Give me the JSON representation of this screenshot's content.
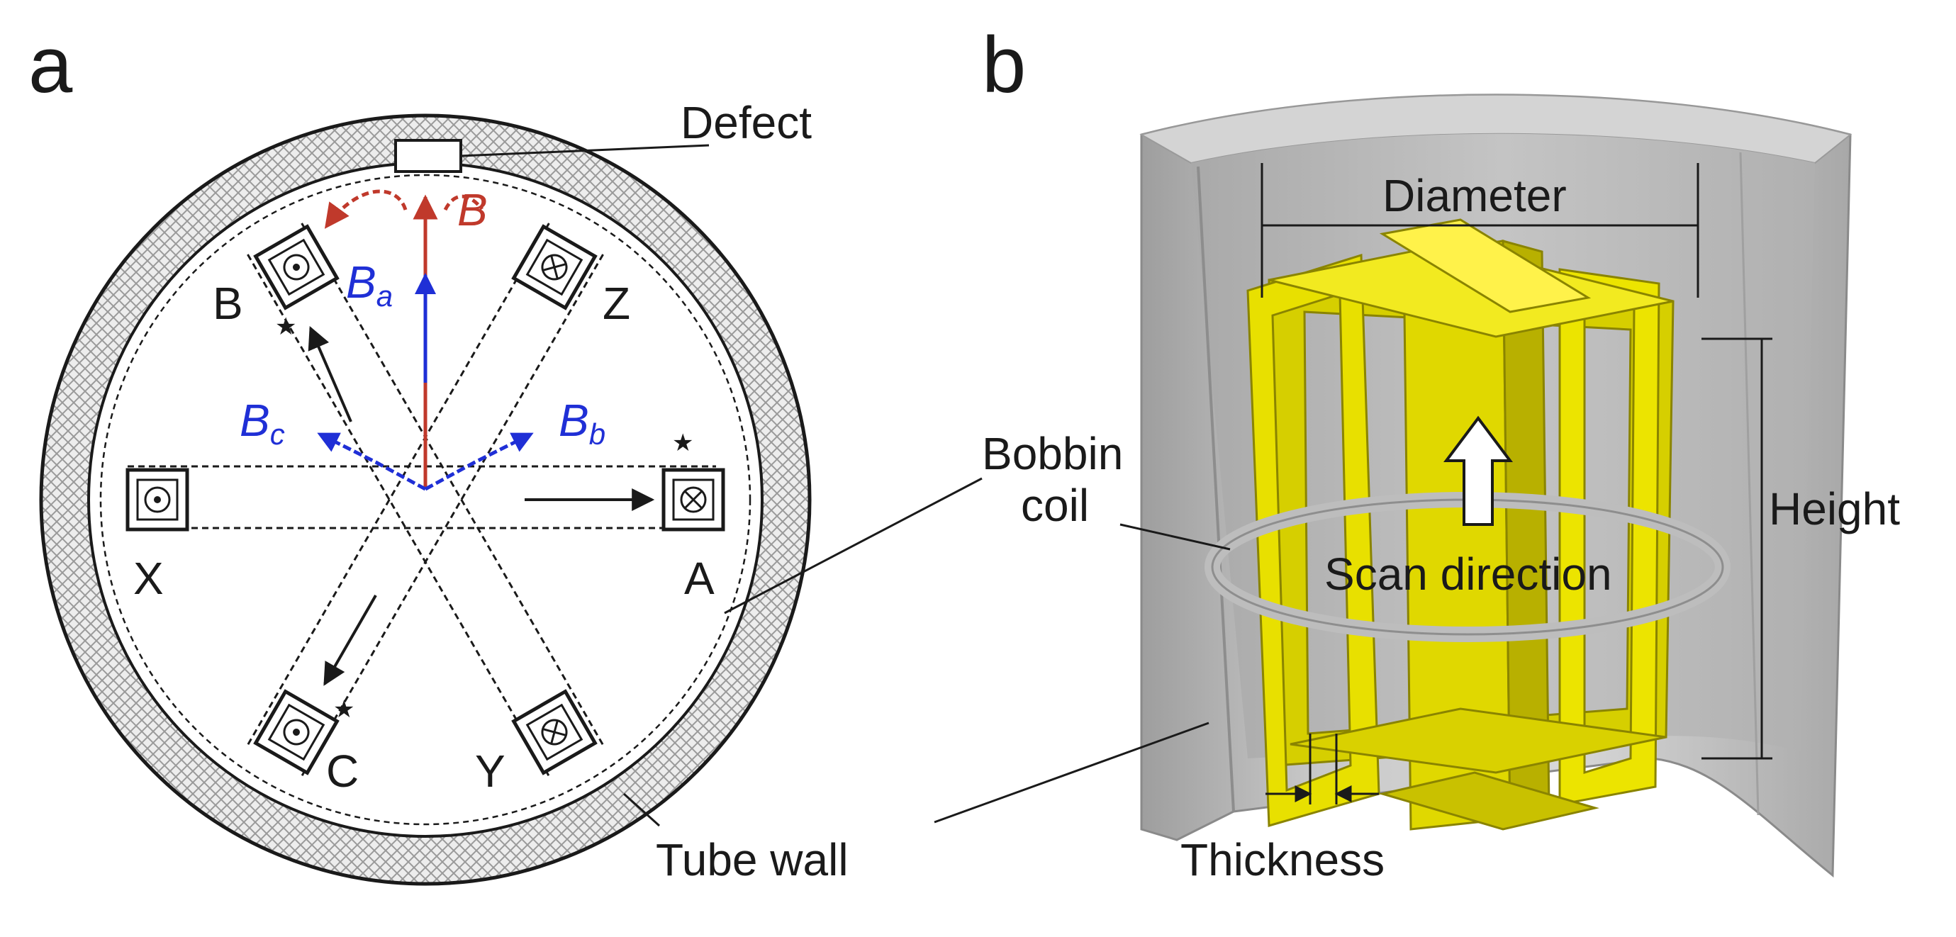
{
  "panels": {
    "a": "a",
    "b": "b"
  },
  "panel_a": {
    "defect": "Defect",
    "tube_wall": "Tube wall",
    "coil_labels": {
      "A": "A",
      "B": "B",
      "C": "C",
      "X": "X",
      "Y": "Y",
      "Z": "Z"
    },
    "field": {
      "B": "B",
      "Ba_main": "B",
      "Ba_sub": "a",
      "Bb_main": "B",
      "Bb_sub": "b",
      "Bc_main": "B",
      "Bc_sub": "c"
    },
    "star": "★"
  },
  "panel_b": {
    "diameter": "Diameter",
    "height": "Height",
    "thickness": "Thickness",
    "bobbin": "Bobbin",
    "coil": "coil",
    "scan_direction": "Scan direction"
  },
  "colors": {
    "ink": "#1a1a1a",
    "red_field": "#c0392b",
    "blue_field": "#1f2fd6",
    "coil_yellow": "#e8e000",
    "tube_grey": "#b8b8b8"
  }
}
